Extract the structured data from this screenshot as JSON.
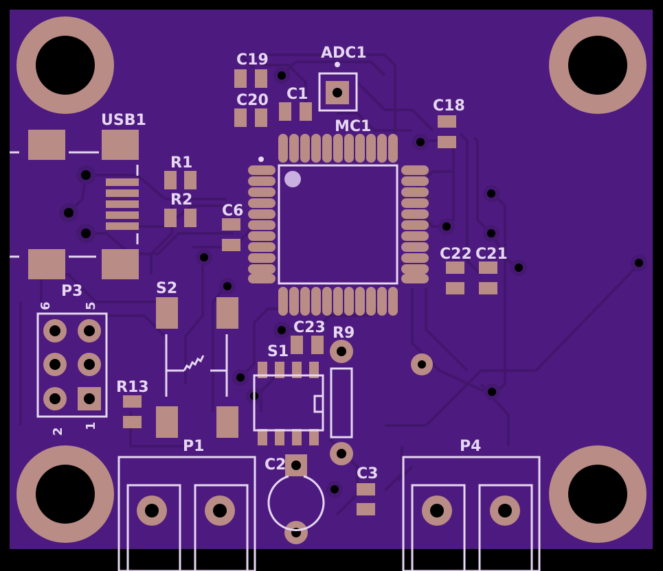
{
  "board": {
    "colors": {
      "background": "#000000",
      "soldermask": "#4d1a7f",
      "trace": "#451871",
      "copper_pad": "#b98c86",
      "silkscreen": "#e6d7f2",
      "drill": "#000000"
    }
  },
  "labels": {
    "c19": "C19",
    "adc1": "ADC1",
    "c20": "C20",
    "c1": "C1",
    "c18": "C18",
    "mc1": "MC1",
    "usb1": "USB1",
    "r1": "R1",
    "r2": "R2",
    "c6": "C6",
    "c22": "C22",
    "c21": "C21",
    "p3": "P3",
    "p3_pin6": "6",
    "p3_pin5": "5",
    "p3_pin2": "2",
    "p3_pin1": "1",
    "s2": "S2",
    "c23": "C23",
    "r9": "R9",
    "s1": "S1",
    "r13": "R13",
    "p1": "P1",
    "c2": "C2",
    "c3": "C3",
    "p4": "P4"
  }
}
